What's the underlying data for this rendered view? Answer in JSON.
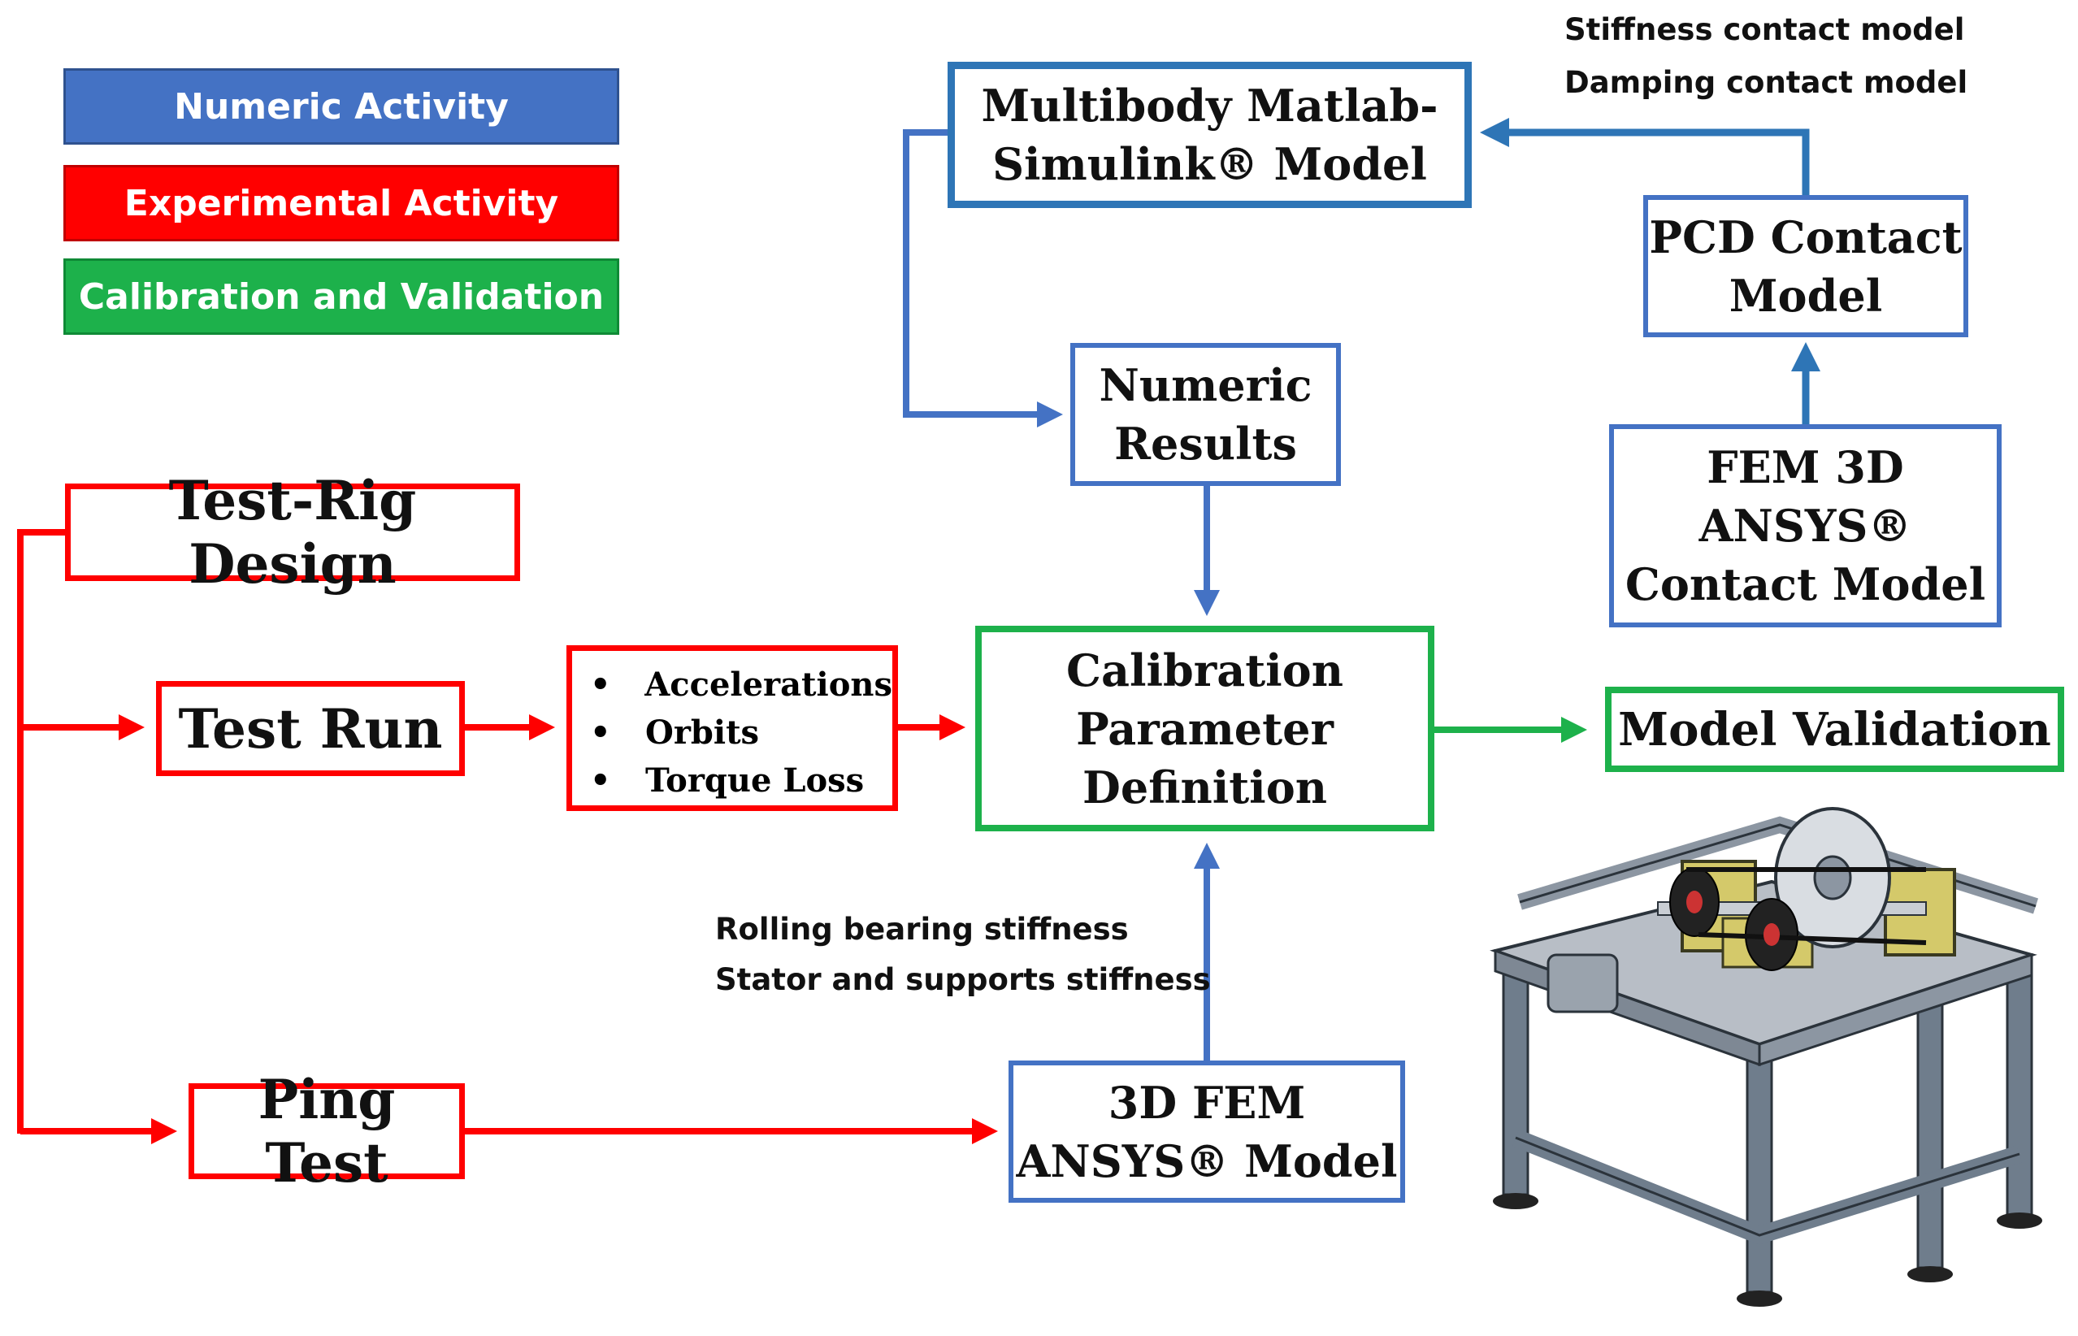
{
  "legend": {
    "numeric": "Numeric Activity",
    "experimental": "Experimental Activity",
    "calibration": "Calibration and Validation"
  },
  "boxes": {
    "multibody": "Multibody Matlab-\nSimulink® Model",
    "pcd_contact": "PCD Contact\nModel",
    "fem_contact": "FEM 3D\nANSYS®\nContact Model",
    "numeric_results": "Numeric\nResults",
    "test_rig_design": "Test-Rig Design",
    "test_run": "Test Run",
    "calibration": "Calibration\nParameter\nDefinition",
    "model_validation": "Model Validation",
    "ping_test": "Ping Test",
    "fem_ansys": "3D FEM\nANSYS® Model"
  },
  "measurements": [
    "Accelerations",
    "Orbits",
    "Torque Loss"
  ],
  "notes": {
    "contact_models": [
      "Stiffness contact model",
      "Damping contact model"
    ],
    "stiffness": [
      "Rolling bearing stiffness",
      "Stator and supports stiffness"
    ]
  },
  "colors": {
    "numeric": "#4472C4",
    "experimental": "#FF0000",
    "calibration": "#1DB14B"
  }
}
